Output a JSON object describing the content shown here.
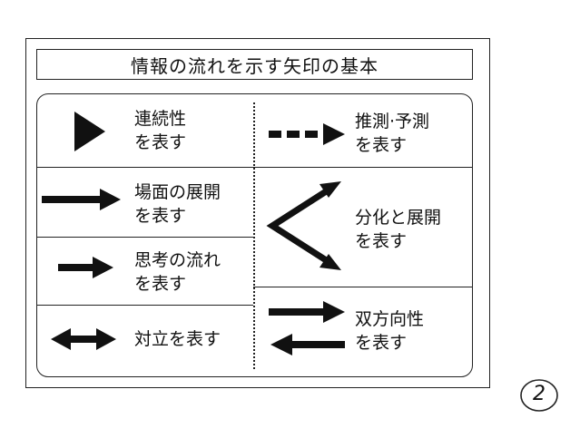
{
  "title": "情報の流れを示す矢印の基本",
  "left_items": [
    {
      "line1": "連続性",
      "line2": "を表す"
    },
    {
      "line1": "場面の展開",
      "line2": "を表す"
    },
    {
      "line1": "思考の流れ",
      "line2": "を表す"
    },
    {
      "line1": "対立を表す"
    }
  ],
  "right_items": [
    {
      "line1": "推測·予測",
      "line2": "を表す"
    },
    {
      "line1": "分化と展開",
      "line2": "を表す"
    },
    {
      "line1": "双方向性",
      "line2": "を表す"
    }
  ],
  "icons": [
    "triangle-icon",
    "long-arrow-icon",
    "short-arrow-icon",
    "double-arrow-icon",
    "dashed-arrow-icon",
    "branching-arrows-icon",
    "opposing-arrows-icon"
  ],
  "page_number": "2"
}
